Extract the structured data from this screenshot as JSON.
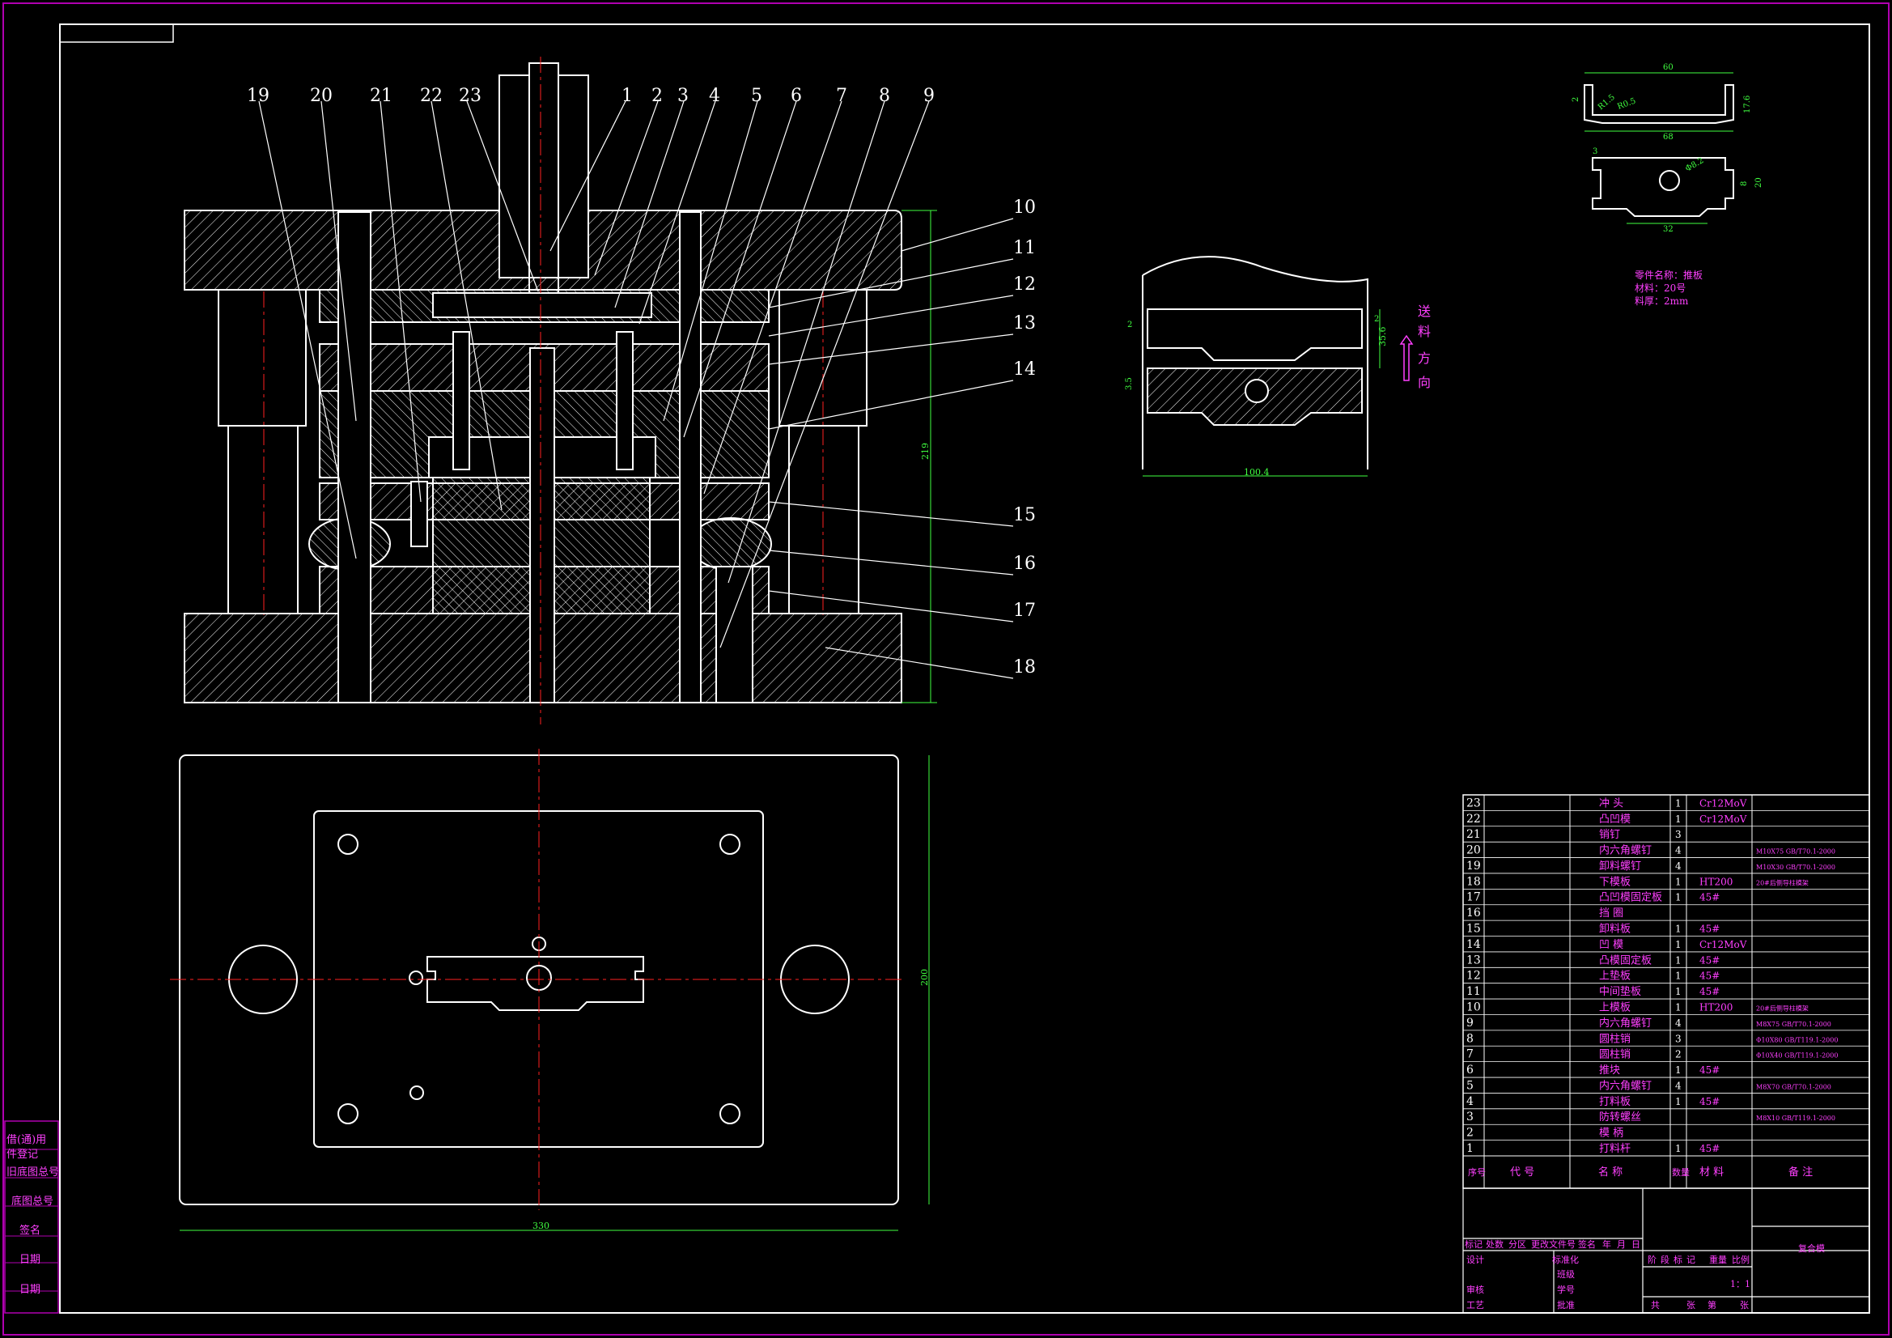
{
  "drawing": {
    "background": "#000000",
    "line_color": "#ffffff",
    "center_line_color": "#ff2020",
    "text_color": "#ff40ff",
    "dim_color": "#40ff40",
    "frame_color": "#b000b0"
  },
  "callouts_left": [
    "19",
    "20",
    "21",
    "22",
    "23",
    "1",
    "2",
    "3",
    "4",
    "5",
    "6",
    "7",
    "8",
    "9"
  ],
  "callouts_right": [
    "10",
    "11",
    "12",
    "13",
    "14",
    "15",
    "16",
    "17",
    "18"
  ],
  "dimensions": {
    "front_height": "219",
    "plan_width": "330",
    "plan_height": "200",
    "strip_width": "100.4",
    "strip_height": "35.6",
    "strip_edge_left": "2",
    "strip_edge_right": "2",
    "strip_gap": "3.5",
    "part_top_width": "60",
    "part_bottom_width": "68",
    "part_height": "17.6",
    "part_radius_left": "R1.5",
    "part_radius_right": "R0.5",
    "part_plan_width": "32",
    "part_hole": "Φ8.2",
    "part_side_a": "8",
    "part_side_b": "20",
    "part_side_c": "3",
    "part_thickness": "2"
  },
  "feed_direction": [
    "送",
    "料",
    "方",
    "向"
  ],
  "part_info": [
    "零件名称：推板",
    "材料：20号",
    "料厚：2mm"
  ],
  "bom": {
    "rows": [
      {
        "no": "23",
        "code": "",
        "name": "冲  头",
        "qty": "1",
        "material": "Cr12MoV",
        "remark": ""
      },
      {
        "no": "22",
        "code": "",
        "name": "凸凹模",
        "qty": "1",
        "material": "Cr12MoV",
        "remark": ""
      },
      {
        "no": "21",
        "code": "",
        "name": "销钉",
        "qty": "3",
        "material": "",
        "remark": ""
      },
      {
        "no": "20",
        "code": "",
        "name": "内六角螺钉",
        "qty": "4",
        "material": "",
        "remark": "M10X75 GB/T70.1-2000"
      },
      {
        "no": "19",
        "code": "",
        "name": "卸料螺钉",
        "qty": "4",
        "material": "",
        "remark": "M10X30 GB/T70.1-2000"
      },
      {
        "no": "18",
        "code": "",
        "name": "下模板",
        "qty": "1",
        "material": "HT200",
        "remark": "20#后侧导柱模架"
      },
      {
        "no": "17",
        "code": "",
        "name": "凸凹模固定板",
        "qty": "1",
        "material": "45#",
        "remark": ""
      },
      {
        "no": "16",
        "code": "",
        "name": "挡  圈",
        "qty": "",
        "material": "",
        "remark": ""
      },
      {
        "no": "15",
        "code": "",
        "name": "卸料板",
        "qty": "1",
        "material": "45#",
        "remark": ""
      },
      {
        "no": "14",
        "code": "",
        "name": "凹  模",
        "qty": "1",
        "material": "Cr12MoV",
        "remark": ""
      },
      {
        "no": "13",
        "code": "",
        "name": "凸模固定板",
        "qty": "1",
        "material": "45#",
        "remark": ""
      },
      {
        "no": "12",
        "code": "",
        "name": "上垫板",
        "qty": "1",
        "material": "45#",
        "remark": ""
      },
      {
        "no": "11",
        "code": "",
        "name": "中间垫板",
        "qty": "1",
        "material": "45#",
        "remark": ""
      },
      {
        "no": "10",
        "code": "",
        "name": "上模板",
        "qty": "1",
        "material": "HT200",
        "remark": "20#后侧导柱模架"
      },
      {
        "no": "9",
        "code": "",
        "name": "内六角螺钉",
        "qty": "4",
        "material": "",
        "remark": "M8X75 GB/T70.1-2000"
      },
      {
        "no": "8",
        "code": "",
        "name": "圆柱销",
        "qty": "3",
        "material": "",
        "remark": "Φ10X80 GB/T119.1-2000"
      },
      {
        "no": "7",
        "code": "",
        "name": "圆柱销",
        "qty": "2",
        "material": "",
        "remark": "Φ10X40 GB/T119.1-2000"
      },
      {
        "no": "6",
        "code": "",
        "name": "推块",
        "qty": "1",
        "material": "45#",
        "remark": ""
      },
      {
        "no": "5",
        "code": "",
        "name": "内六角螺钉",
        "qty": "4",
        "material": "",
        "remark": "M8X70 GB/T70.1-2000"
      },
      {
        "no": "4",
        "code": "",
        "name": "打料板",
        "qty": "1",
        "material": "45#",
        "remark": ""
      },
      {
        "no": "3",
        "code": "",
        "name": "防转螺丝",
        "qty": "",
        "material": "",
        "remark": "M8X10 GB/T119.1-2000"
      },
      {
        "no": "2",
        "code": "",
        "name": "模  柄",
        "qty": "",
        "material": "",
        "remark": ""
      },
      {
        "no": "1",
        "code": "",
        "name": "打料杆",
        "qty": "1",
        "material": "45#",
        "remark": ""
      }
    ],
    "header": {
      "no": "序号",
      "code": "代    号",
      "name": "名    称",
      "qty": "数量",
      "material": "材    料",
      "remark": "备    注"
    }
  },
  "title_block": {
    "row_labels": [
      "标记",
      "处数",
      "分区",
      "更改文件号",
      "签名",
      "年",
      "月",
      "日"
    ],
    "design": "设计",
    "standard": "标准化",
    "review": "审核",
    "process": "工艺",
    "class": "班级",
    "student_no": "学号",
    "approve": "批准",
    "stage_labels": [
      "阶",
      "段",
      "标",
      "记"
    ],
    "weight": "重量",
    "scale_label": "比例",
    "scale": "1：1",
    "sheets": [
      "共",
      "张",
      "第",
      "张"
    ],
    "drawing_name": "复合模"
  },
  "side_labels": [
    "借(通)用",
    "件登记",
    "旧底图总号",
    "底图总号",
    "签名",
    "日期",
    "日期"
  ]
}
